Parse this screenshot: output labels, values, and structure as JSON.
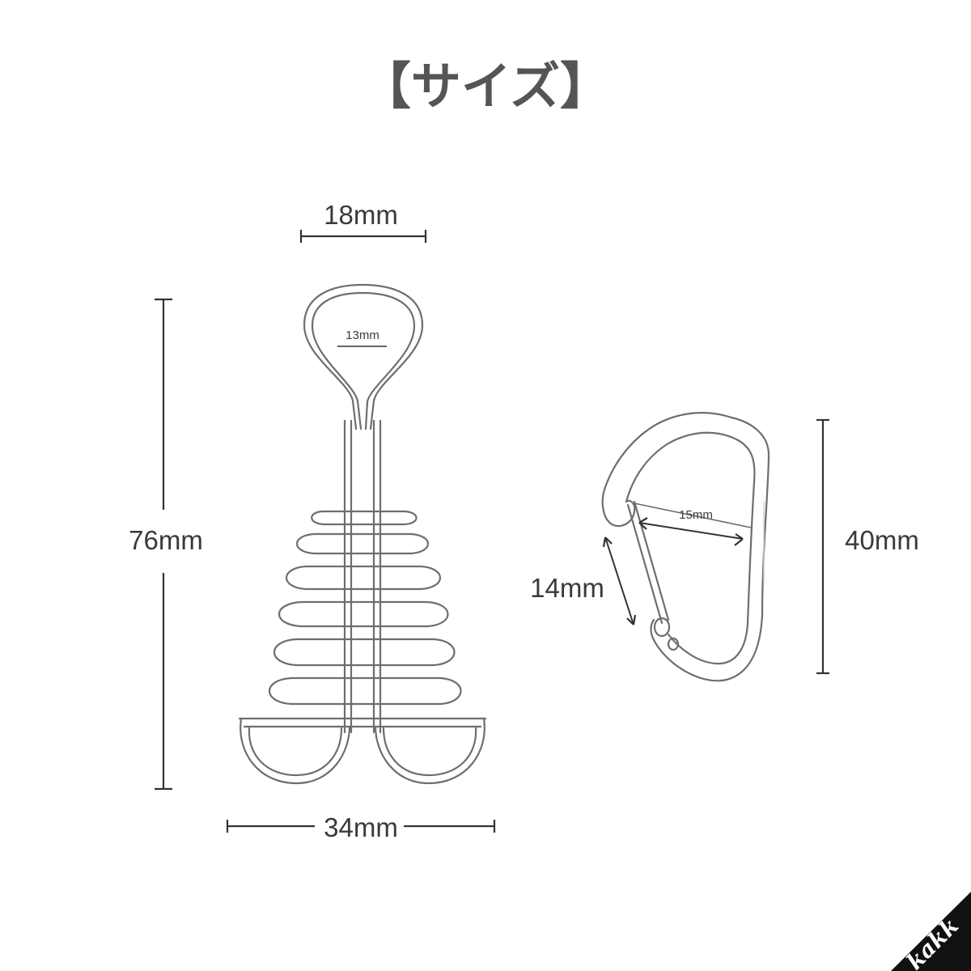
{
  "title": "【サイズ】",
  "anchor": {
    "top_width": "18mm",
    "loop_inner": "13mm",
    "height": "76mm",
    "base_width": "34mm"
  },
  "carabiner": {
    "height": "40mm",
    "gate_length": "14mm",
    "inner_width": "15mm"
  },
  "logo_text": "kakk",
  "colors": {
    "title": "#555555",
    "line": "#333333",
    "wire": "#6e6e6e",
    "logo_bg": "#111111"
  }
}
